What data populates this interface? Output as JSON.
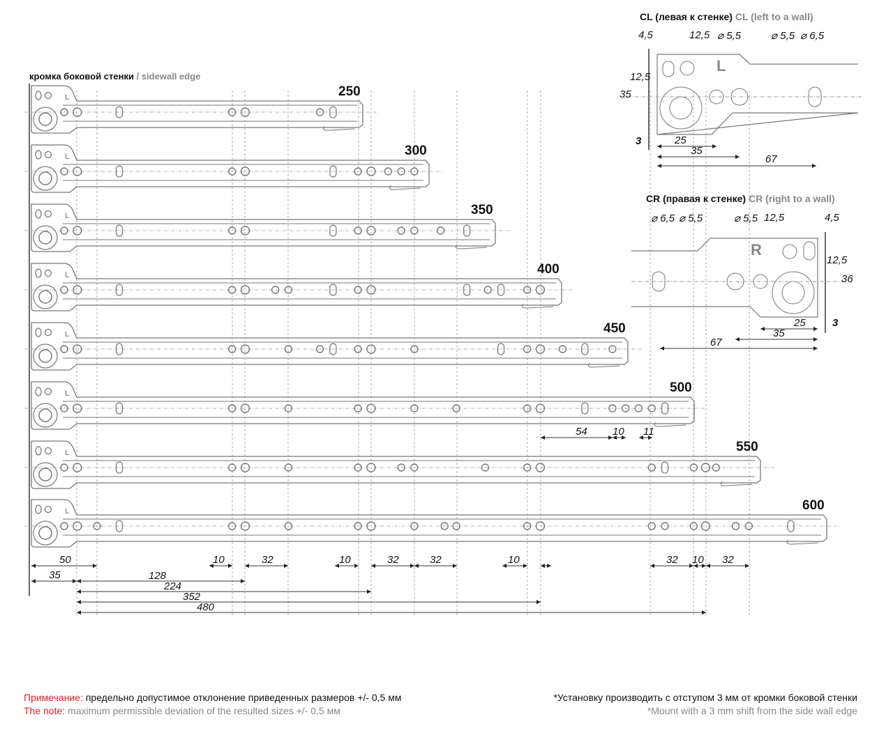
{
  "sidewall": {
    "ru": "кромка боковой стенки",
    "en": "/ sidewall edge"
  },
  "rail_mark": "L",
  "rails": [
    {
      "length": "250",
      "holes_mm": [
        25,
        35,
        67,
        153,
        163,
        220,
        230
      ],
      "slots_mm": [
        67,
        230
      ]
    },
    {
      "length": "300",
      "holes_mm": [
        25,
        35,
        67,
        153,
        163,
        230,
        249,
        259,
        272,
        282,
        292
      ],
      "slots_mm": [
        67,
        230
      ]
    },
    {
      "length": "350",
      "holes_mm": [
        25,
        35,
        67,
        153,
        163,
        230,
        249,
        259,
        282,
        292,
        312,
        332
      ],
      "slots_mm": [
        67,
        230,
        332
      ]
    },
    {
      "length": "400",
      "holes_mm": [
        25,
        35,
        67,
        153,
        163,
        186,
        196,
        230,
        249,
        259,
        332,
        348,
        358,
        378,
        388
      ],
      "slots_mm": [
        67,
        230,
        332,
        358
      ]
    },
    {
      "length": "450",
      "holes_mm": [
        25,
        35,
        67,
        153,
        163,
        196,
        220,
        230,
        249,
        259,
        292,
        358,
        378,
        388,
        405,
        422,
        443
      ],
      "slots_mm": [
        67,
        230,
        358,
        422
      ]
    },
    {
      "length": "500",
      "holes_mm": [
        25,
        35,
        67,
        153,
        163,
        196,
        249,
        259,
        292,
        324,
        378,
        388,
        422,
        443,
        453,
        463,
        473,
        483
      ],
      "slots_mm": [
        67,
        422,
        483
      ]
    },
    {
      "length": "550",
      "holes_mm": [
        25,
        35,
        67,
        153,
        163,
        196,
        249,
        259,
        282,
        292,
        346,
        378,
        388,
        473,
        483,
        505,
        514,
        522
      ],
      "slots_mm": [
        67,
        483
      ]
    },
    {
      "length": "600",
      "holes_mm": [
        25,
        35,
        50,
        67,
        153,
        163,
        196,
        249,
        259,
        292,
        315,
        324,
        378,
        388,
        473,
        483,
        505,
        514,
        537,
        547,
        579
      ],
      "slots_mm": [
        67,
        579
      ]
    }
  ],
  "dimensions": {
    "bottom": [
      "50",
      "35",
      "128",
      "224",
      "352",
      "480",
      "10",
      "32",
      "10",
      "32",
      "32",
      "10",
      "32",
      "10",
      "32"
    ],
    "rail500": [
      "54",
      "10",
      "11"
    ]
  },
  "cl": {
    "title_ru": "CL (левая к стенке)",
    "title_en": "CL (left to a wall)",
    "mark": "L",
    "labels": [
      "4,5",
      "12,5",
      "⌀ 5,5",
      "⌀ 5,5",
      "⌀ 6,5",
      "35",
      "12,5",
      "3",
      "25",
      "35",
      "67"
    ]
  },
  "cr": {
    "title_ru": "CR (правая к стенке)",
    "title_en": "CR (right to a wall)",
    "mark": "R",
    "labels": [
      "⌀ 6,5",
      "⌀ 5,5",
      "⌀ 5,5",
      "12,5",
      "4,5",
      "12,5",
      "36",
      "25",
      "3",
      "35",
      "67"
    ]
  },
  "notes": {
    "left_ru_label": "Примечание:",
    "left_ru": " предельно допустимое отклонение приведенных размеров +/- 0,5 мм",
    "left_en_label": "The note:",
    "left_en": " maximum permissible deviation of the resulted sizes +/- 0,5 мм",
    "right_ru": "*Установку производить с отступом 3 мм от кромки боковой стенки",
    "right_en": "*Mount with a 3 mm shift from the side wall edge"
  }
}
